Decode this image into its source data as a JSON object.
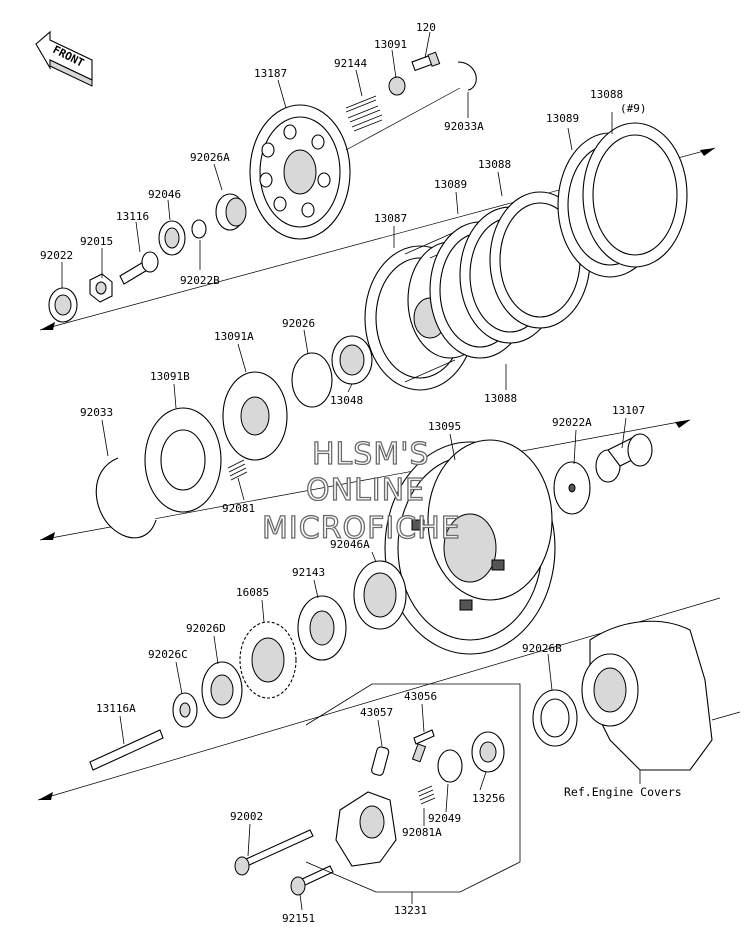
{
  "front_badge": "FRONT",
  "watermark": [
    "HLSM'S",
    "ONLINE",
    "MICROFICHE"
  ],
  "ref_note": "Ref.Engine Covers",
  "labels": {
    "p120": "120",
    "p13091": "13091",
    "p13187": "13187",
    "p92144": "92144",
    "p92033A": "92033A",
    "p13088_top": "13088",
    "p9": "(#9)",
    "p13089_top": "13089",
    "p13088_mid": "13088",
    "p13089_mid": "13089",
    "p13087": "13087",
    "p13088_low": "13088",
    "p92026A": "92026A",
    "p92046": "92046",
    "p13116": "13116",
    "p92015": "92015",
    "p92022": "92022",
    "p92022B": "92022B",
    "p13091A": "13091A",
    "p92026": "92026",
    "p13091B": "13091B",
    "p13048": "13048",
    "p92033": "92033",
    "p13095": "13095",
    "p92022A": "92022A",
    "p13107": "13107",
    "p92081": "92081",
    "p92046A": "92046A",
    "p92143": "92143",
    "p16085": "16085",
    "p92026D": "92026D",
    "p92026C": "92026C",
    "p92026B": "92026B",
    "p13116A": "13116A",
    "p43056": "43056",
    "p43057": "43057",
    "p92049": "92049",
    "p13256": "13256",
    "p92081A": "92081A",
    "p92002": "92002",
    "p92151": "92151",
    "p13231": "13231"
  },
  "icons": [
    "front-arrow-icon"
  ]
}
